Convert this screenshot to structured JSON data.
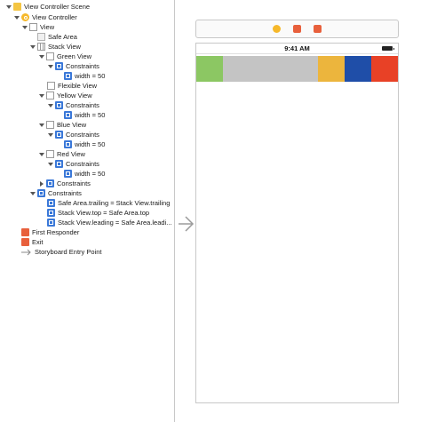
{
  "outline": {
    "scene": "View Controller Scene",
    "view_controller": "View Controller",
    "view": "View",
    "safe_area": "Safe Area",
    "stack_view": "Stack View",
    "green_view": "Green View",
    "constraints": "Constraints",
    "width_50": "width = 50",
    "flexible_view": "Flexible View",
    "yellow_view": "Yellow View",
    "blue_view": "Blue View",
    "red_view": "Red View",
    "c1": "Safe Area.trailing = Stack View.trailing",
    "c2": "Stack View.top = Safe Area.top",
    "c3": "Stack View.leading = Safe Area.leadi...",
    "first_responder": "First Responder",
    "exit": "Exit",
    "entry_point": "Storyboard Entry Point"
  },
  "canvas": {
    "status_time": "9:41 AM",
    "stack_colors": {
      "green": "#8cc763",
      "flexible": "#c4c4c4",
      "yellow": "#ecb53d",
      "blue": "#1f4ea8",
      "red": "#e84126"
    }
  }
}
